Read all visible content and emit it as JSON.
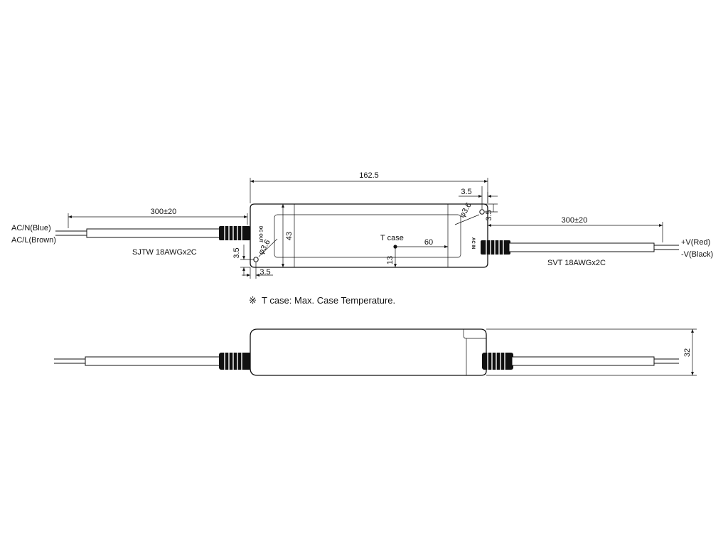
{
  "labels": {
    "length_total": "162.5",
    "input_wire_length": "300±20",
    "output_wire_length": "300±20",
    "input_blue": "AC/N(Blue)",
    "input_brown": "AC/L(Brown)",
    "output_red": "+V(Red)",
    "output_black": "-V(Black)",
    "input_cable": "SJTW 18AWGx2C",
    "output_cable": "SVT 18AWGx2C",
    "width": "43",
    "height": "32",
    "hole_dia_top": "φ3.6",
    "hole_dia_bottom": "φ3.6",
    "offset_top_h": "3.5",
    "offset_top_v": "3.5",
    "offset_bottom_v": "3.5",
    "offset_bottom_h": "3.5",
    "tcase": "T case",
    "tcase_x": "60",
    "tcase_y": "13",
    "dc_out_mark": "DC OUT",
    "ac_in_mark": "AC IN"
  },
  "note": {
    "symbol": "※",
    "text": "T case: Max. Case Temperature."
  },
  "icons": {
    "connector": "cable-strain-relief-icon",
    "mount_hole": "mounting-hole-icon",
    "tcase_point": "measurement-point-icon"
  }
}
